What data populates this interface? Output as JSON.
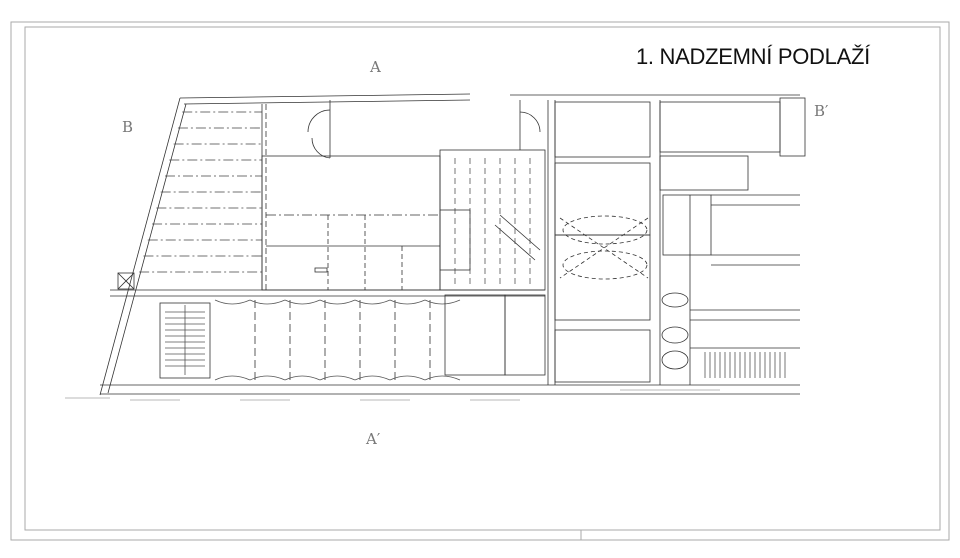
{
  "drawing": {
    "title": "1. NADZEMNÍ PODLAŽÍ",
    "section_marks": {
      "a_top": "A",
      "a_bottom": "A′",
      "b_left": "B",
      "b_right": "B′"
    }
  }
}
